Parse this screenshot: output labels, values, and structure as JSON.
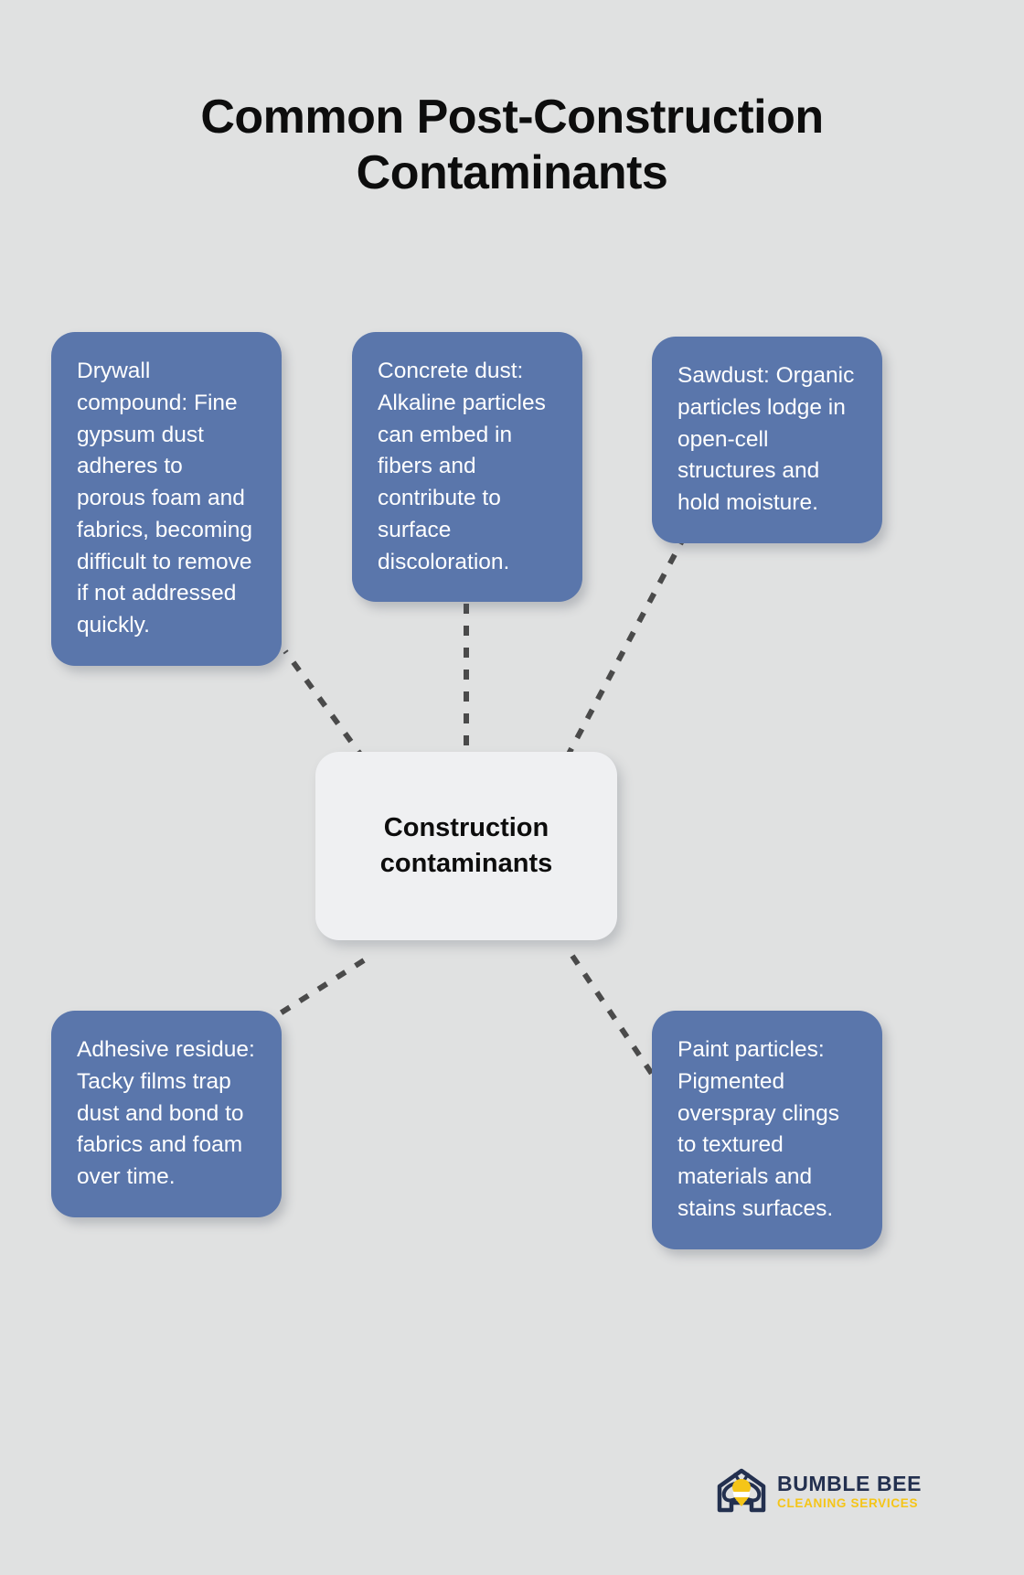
{
  "page": {
    "background_color": "#e0e1e1",
    "title": "Common Post-Construction Contaminants"
  },
  "center": {
    "label": "Construction contaminants",
    "background_color": "#eff0f2",
    "text_color": "#0d0d0d"
  },
  "style": {
    "card_color": "#5a76ab",
    "card_text_color": "#ffffff",
    "connector_color": "#4a4a4a"
  },
  "cards": [
    {
      "id": "drywall-compound",
      "text": "Drywall compound: Fine gypsum dust adheres to porous foam and fabrics, becoming difficult to remove if not addressed quickly."
    },
    {
      "id": "concrete-dust",
      "text": "Concrete dust: Alkaline particles can embed in fibers and contribute to surface discoloration."
    },
    {
      "id": "sawdust",
      "text": "Sawdust: Organic particles lodge in open-cell structures and hold moisture."
    },
    {
      "id": "adhesive-residue",
      "text": "Adhesive residue: Tacky films trap dust and bond to fabrics and foam over time."
    },
    {
      "id": "paint-particles",
      "text": "Paint particles: Pigmented overspray clings to textured materials and stains surfaces."
    }
  ],
  "logo": {
    "name": "BUMBLE BEE",
    "tagline": "CLEANING SERVICES",
    "name_color": "#23304f",
    "tagline_color": "#f5c518",
    "mark": "bee-in-house-icon"
  }
}
